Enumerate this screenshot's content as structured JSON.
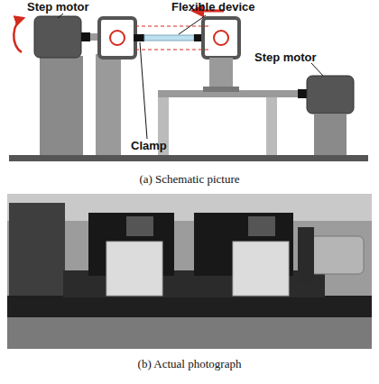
{
  "diagram": {
    "labels": [
      "Step motor",
      "Flexible device",
      "Step motor",
      "Clamp",
      "(a) Schematic picture",
      "(b) Actual photograph"
    ]
  }
}
